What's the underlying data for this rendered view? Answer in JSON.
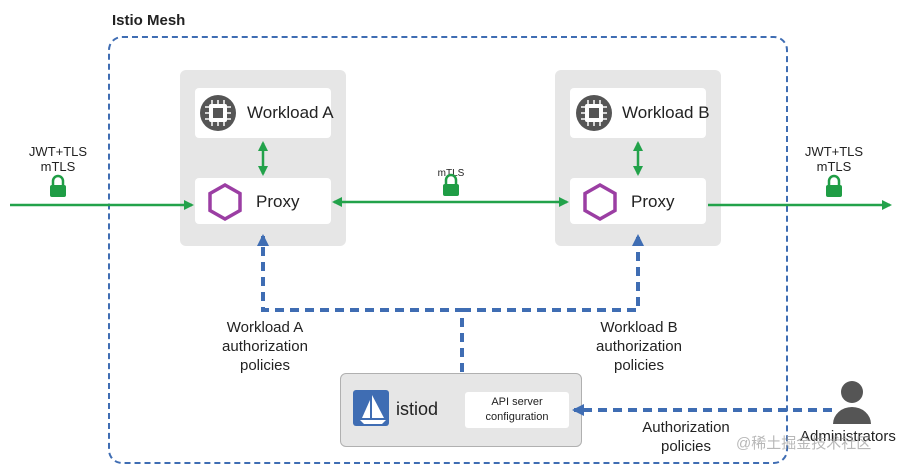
{
  "mesh": {
    "title": "Istio Mesh"
  },
  "workload_a": {
    "title": "Workload A",
    "proxy": "Proxy"
  },
  "workload_b": {
    "title": "Workload B",
    "proxy": "Proxy"
  },
  "links": {
    "left_in": [
      "JWT+TLS",
      "mTLS"
    ],
    "right_out": [
      "JWT+TLS",
      "mTLS"
    ],
    "between": "mTLS"
  },
  "policies": {
    "a": [
      "Workload A",
      "authorization",
      "policies"
    ],
    "b": [
      "Workload B",
      "authorization",
      "policies"
    ],
    "admin": [
      "Authorization",
      "policies"
    ]
  },
  "istiod": {
    "title": "istiod",
    "api": [
      "API server",
      "configuration"
    ]
  },
  "admin": {
    "label": "Administrators"
  },
  "watermark": "@稀土掘金技术社区",
  "colors": {
    "green": "#22a24a",
    "blue": "#3f6db3",
    "purple": "#9b3ea3",
    "pod": "#e6e6e6",
    "lock": "#1f9d45"
  }
}
